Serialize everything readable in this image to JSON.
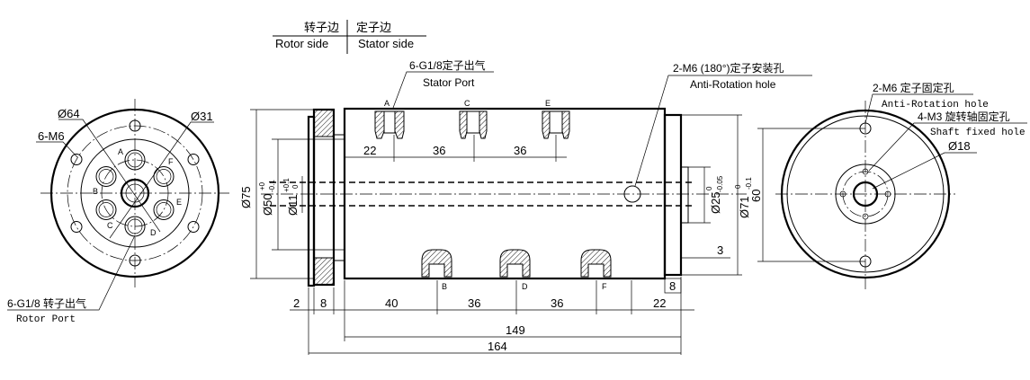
{
  "legend": {
    "rotor_side_cn": "转子边",
    "rotor_side_en": "Rotor side",
    "stator_side_cn": "定子边",
    "stator_side_en": "Stator side"
  },
  "callouts": {
    "stator_port_cn": "6-G1/8定子出气",
    "stator_port_en": "Stator Port",
    "anti_rotation_cn": "2-M6 (180°)定子安装孔",
    "anti_rotation_en": "Anti-Rotation hole",
    "rotor_port_cn": "6-G1/8 转子出气",
    "rotor_port_en": "Rotor Port",
    "right_m6_cn": "2-M6 定子固定孔",
    "right_m6_en": "Anti-Rotation hole",
    "right_m3_cn": "4-M3 旋转轴固定孔",
    "right_m3_en": "Shaft fixed hole",
    "right_d18": "Ø18"
  },
  "left_view": {
    "d64": "Ø64",
    "d31": "Ø31",
    "m6": "6-M6",
    "ports": [
      "A",
      "F",
      "E",
      "D",
      "C",
      "B"
    ]
  },
  "side_view": {
    "top_ports": [
      "A",
      "C",
      "E"
    ],
    "bottom_ports": [
      "B",
      "D",
      "F"
    ],
    "dim_top": [
      "22",
      "36",
      "36"
    ],
    "dim_bottom": [
      "40",
      "36",
      "36"
    ],
    "dim_2": "2",
    "dim_8_left": "8",
    "dim_8_right": "8",
    "dim_22_right": "22",
    "dim_3": "3",
    "dim_149": "149",
    "dim_164": "164",
    "dia_75": "Ø75",
    "dia_50": "Ø50",
    "tol_50_up": "+0",
    "tol_50_low": "-0.1",
    "dia_11": "Ø11",
    "tol_11_up": "+0.1",
    "tol_11_low": "0",
    "dia_25": "Ø25",
    "tol_25_up": "0",
    "tol_25_low": "-0.05",
    "dia_71": "Ø71",
    "tol_71_up": "0",
    "tol_71_low": "-0.1"
  },
  "right_view": {
    "dim_60": "60"
  }
}
